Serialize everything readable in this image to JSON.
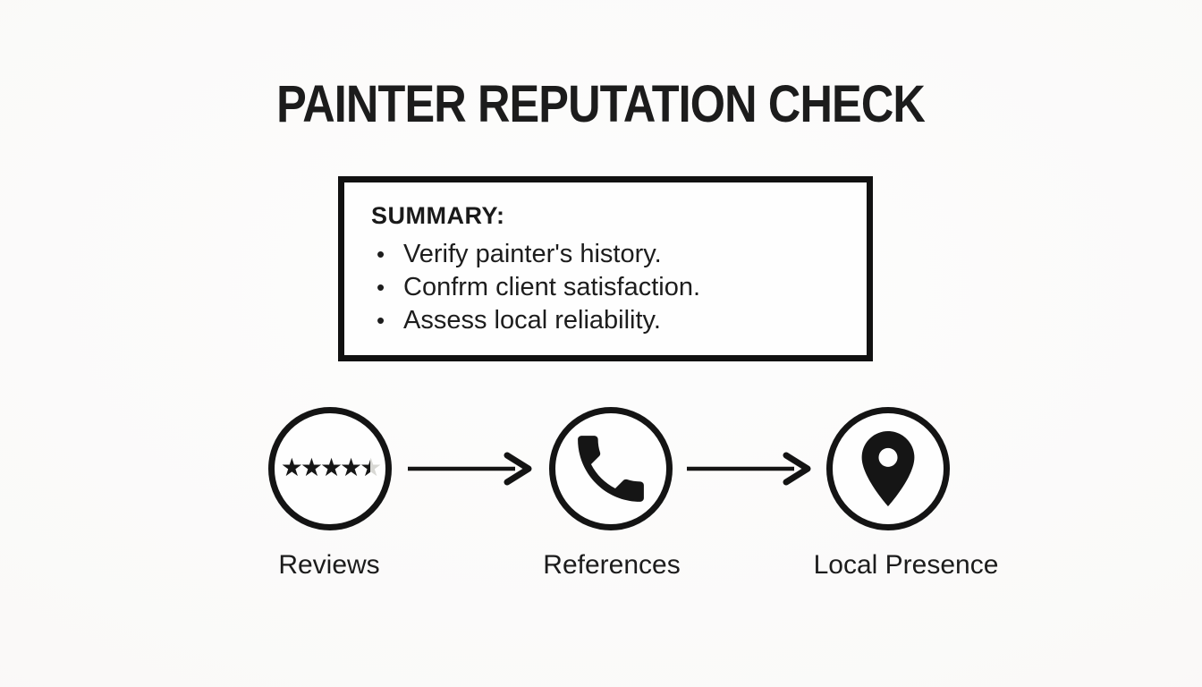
{
  "page": {
    "title": "PAINTER REPUTATION CHECK",
    "background_color": "#faf9f8",
    "ink_color": "#1b1b1b"
  },
  "summary_box": {
    "heading": "SUMMARY:",
    "bullet_glyph": "•",
    "bullets": [
      "Verify painter's history.",
      "Confrm client satisfaction.",
      "Assess local reliability."
    ]
  },
  "flow": {
    "steps": [
      {
        "label": "Reviews",
        "icon": "star-rating-icon",
        "rating": 4.5,
        "max_rating": 5
      },
      {
        "label": "References",
        "icon": "phone-icon"
      },
      {
        "label": "Local Presence",
        "icon": "map-pin-icon"
      }
    ],
    "connectors": [
      {
        "icon": "arrow-right-icon"
      },
      {
        "icon": "arrow-right-icon"
      }
    ]
  }
}
